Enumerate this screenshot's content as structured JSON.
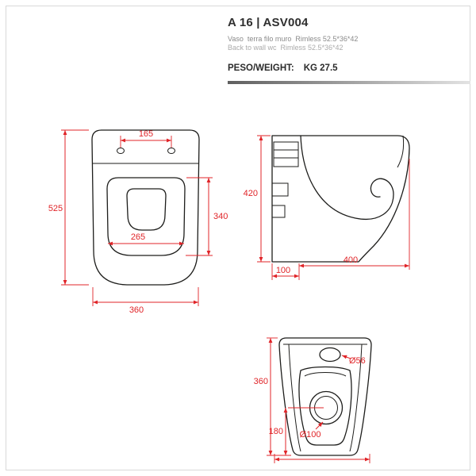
{
  "header": {
    "title": "A 16 | ASV004",
    "description_it": "Vaso  terra filo muro  Rimless 52.5*36*42",
    "description_en": "Back to wall wc  Rimless 52.5*36*42",
    "weight_label": "PESO/WEIGHT:",
    "weight_value": "KG 27.5"
  },
  "colors": {
    "dimension_red": "#e02428",
    "drawing_black": "#1d1d1b"
  },
  "views": {
    "top_view": {
      "dims": {
        "hole_spacing": "165",
        "overall_depth": "525",
        "seat_depth": "340",
        "seat_width": "265",
        "overall_width": "360"
      }
    },
    "side_view": {
      "dims": {
        "height": "420",
        "rear_depth": "100",
        "front_depth": "400"
      }
    },
    "front_view": {
      "dims": {
        "inlet_diameter": "Ø56",
        "height": "360",
        "outlet_height": "180",
        "outlet_diameter": "Ø100"
      }
    }
  }
}
